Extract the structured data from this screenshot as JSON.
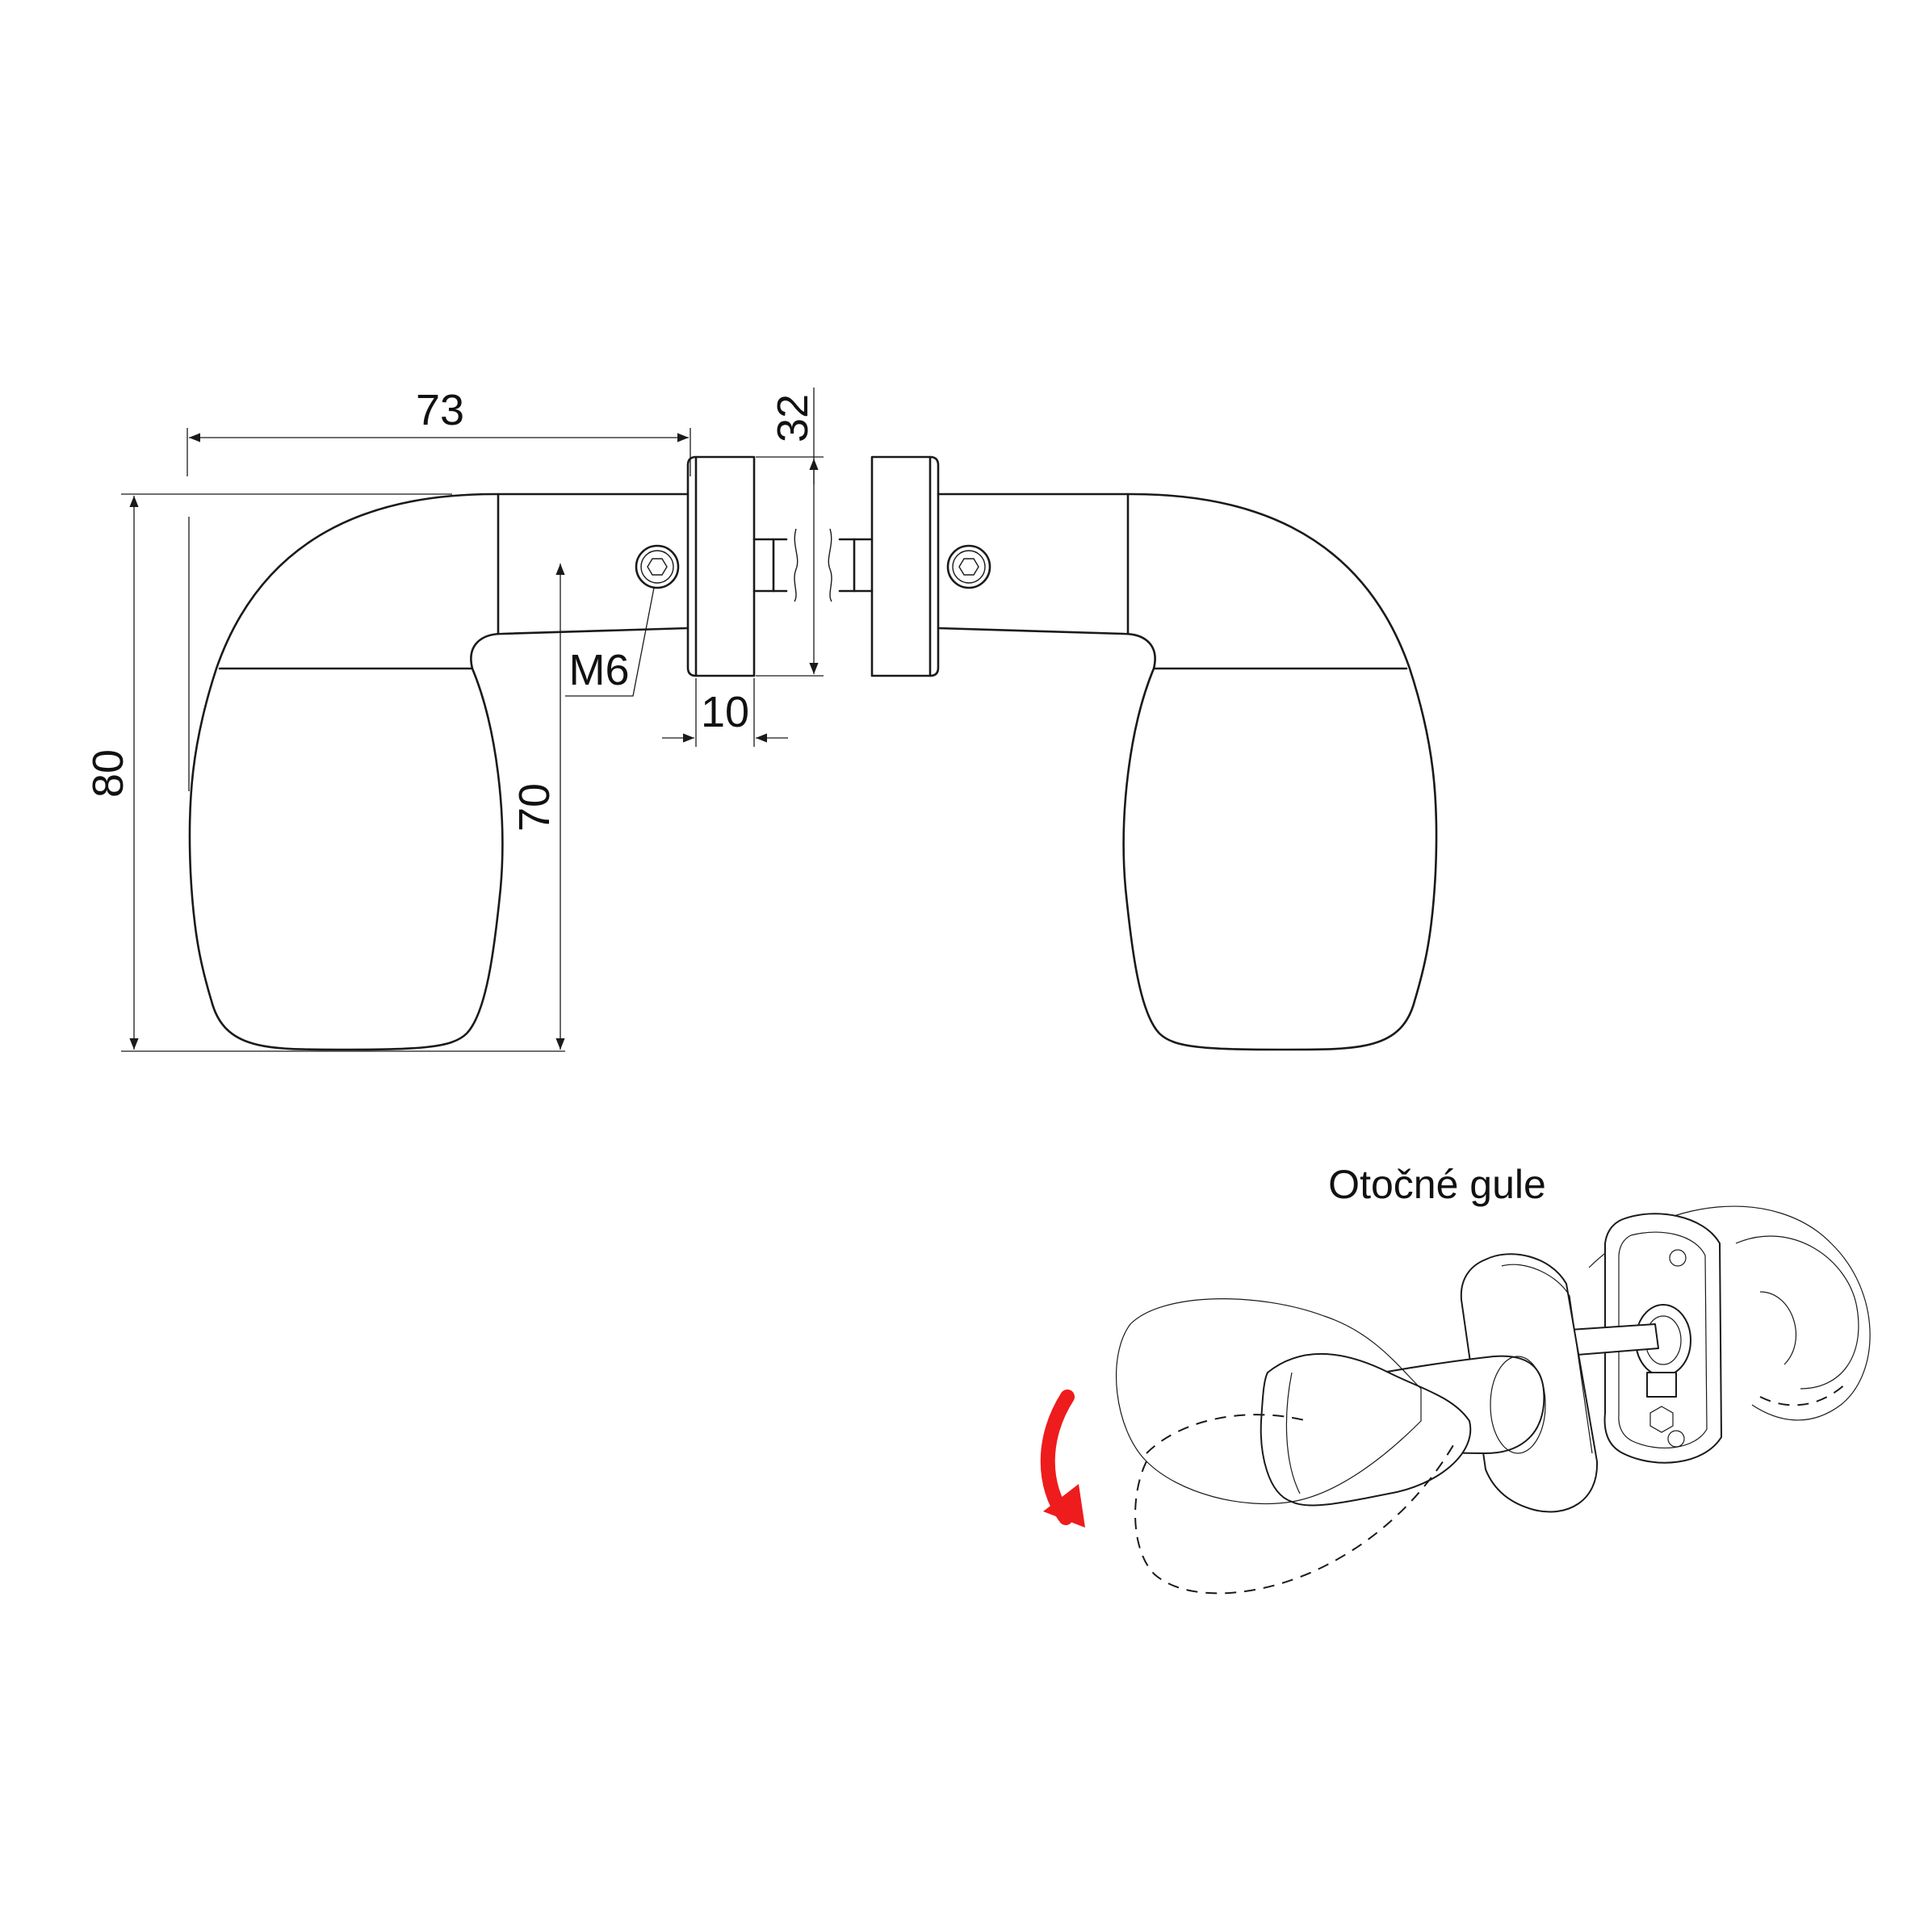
{
  "dimensions": {
    "width_total": "73",
    "rose_diameter": "32",
    "height_total": "80",
    "height_inner": "70",
    "rose_thickness": "10",
    "screw_thread": "M6"
  },
  "caption": "Otočné gule",
  "colors": {
    "line": "#1a1a1a",
    "arrow": "#ee1c1c",
    "background": "#ffffff"
  }
}
